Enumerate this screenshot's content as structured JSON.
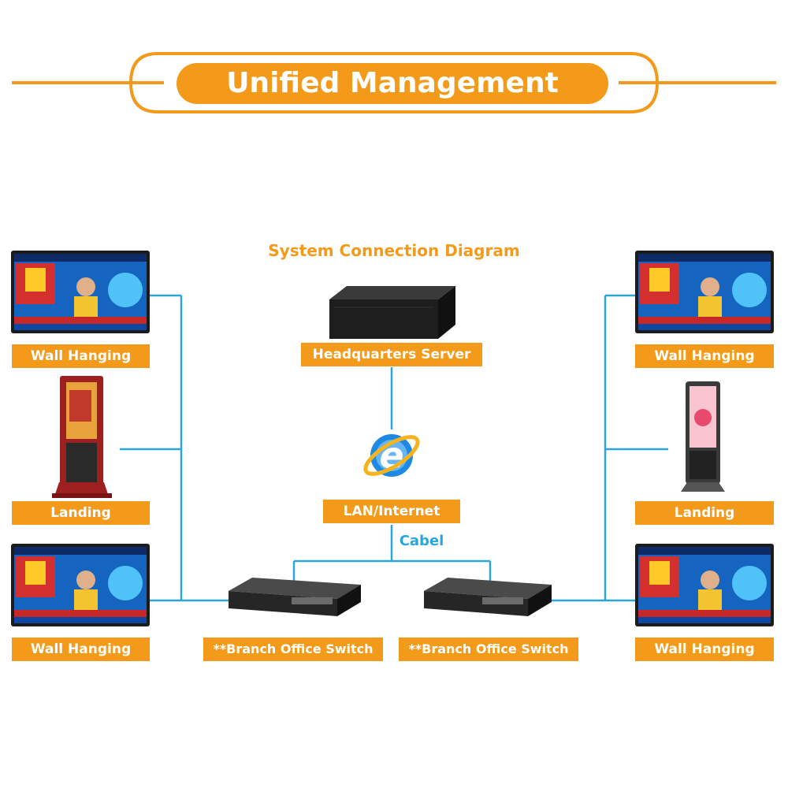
{
  "header": {
    "title": "Unified Management"
  },
  "diagram": {
    "subtitle": "System Connection Diagram",
    "server_label": "Headquarters Server",
    "network_label": "LAN/Internet",
    "cable_label": "Cabel",
    "left": {
      "top_label": "Wall Hanging",
      "middle_label": "Landing",
      "bottom_label": "Wall Hanging"
    },
    "right": {
      "top_label": "Wall Hanging",
      "middle_label": "Landing",
      "bottom_label": "Wall Hanging"
    },
    "switch_left_label": "**Branch Office Switch",
    "switch_right_label": "**Branch Office Switch"
  },
  "colors": {
    "accent": "#f39a1b",
    "line": "#2aa6dd",
    "kiosk_left": "#9e1f1f",
    "kiosk_right": "#3a3a3a"
  }
}
